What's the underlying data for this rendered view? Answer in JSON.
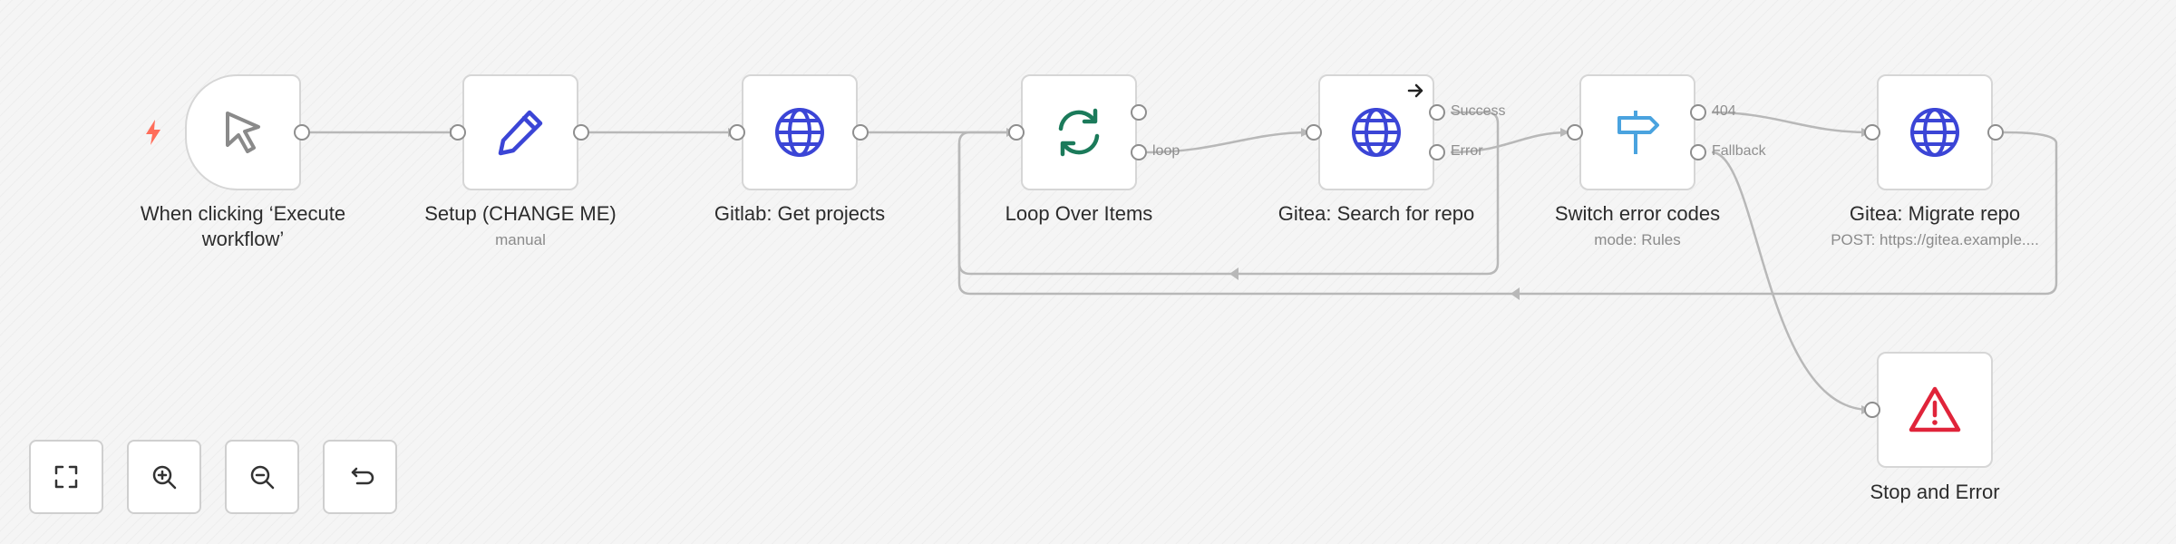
{
  "nodes": [
    {
      "id": "trigger",
      "title": "When clicking ‘Execute workflow’",
      "subtitle": "",
      "icon": "cursor-icon"
    },
    {
      "id": "setup",
      "title": "Setup (CHANGE ME)",
      "subtitle": "manual",
      "icon": "pencil-icon"
    },
    {
      "id": "gitlab",
      "title": "Gitlab: Get projects",
      "subtitle": "",
      "icon": "globe-icon"
    },
    {
      "id": "loop",
      "title": "Loop Over Items",
      "subtitle": "",
      "icon": "refresh-icon"
    },
    {
      "id": "search",
      "title": "Gitea: Search for repo",
      "subtitle": "",
      "icon": "globe-icon"
    },
    {
      "id": "switch",
      "title": "Switch error codes",
      "subtitle": "mode: Rules",
      "icon": "signpost-icon"
    },
    {
      "id": "migrate",
      "title": "Gitea: Migrate repo",
      "subtitle": "POST: https://gitea.example....",
      "icon": "globe-icon"
    },
    {
      "id": "stop",
      "title": "Stop and Error",
      "subtitle": "",
      "icon": "warning-icon"
    }
  ],
  "port_labels": {
    "loop_output": "loop",
    "search_success": "Success",
    "search_error": "Error",
    "switch_404": "404",
    "switch_fallback": "Fallback"
  },
  "controls": [
    {
      "name": "fit-view-button",
      "icon": "fullscreen-icon"
    },
    {
      "name": "zoom-in-button",
      "icon": "zoom-in-icon"
    },
    {
      "name": "zoom-out-button",
      "icon": "zoom-out-icon"
    },
    {
      "name": "reset-zoom-button",
      "icon": "undo-icon"
    }
  ],
  "colors": {
    "globe": "#3b45d6",
    "pencil": "#3b45d6",
    "loop": "#1b7a5a",
    "signpost": "#4aa3df",
    "warning": "#e0243a",
    "trigger_bolt": "#ff6d5a",
    "edge": "#b8b8b8"
  }
}
